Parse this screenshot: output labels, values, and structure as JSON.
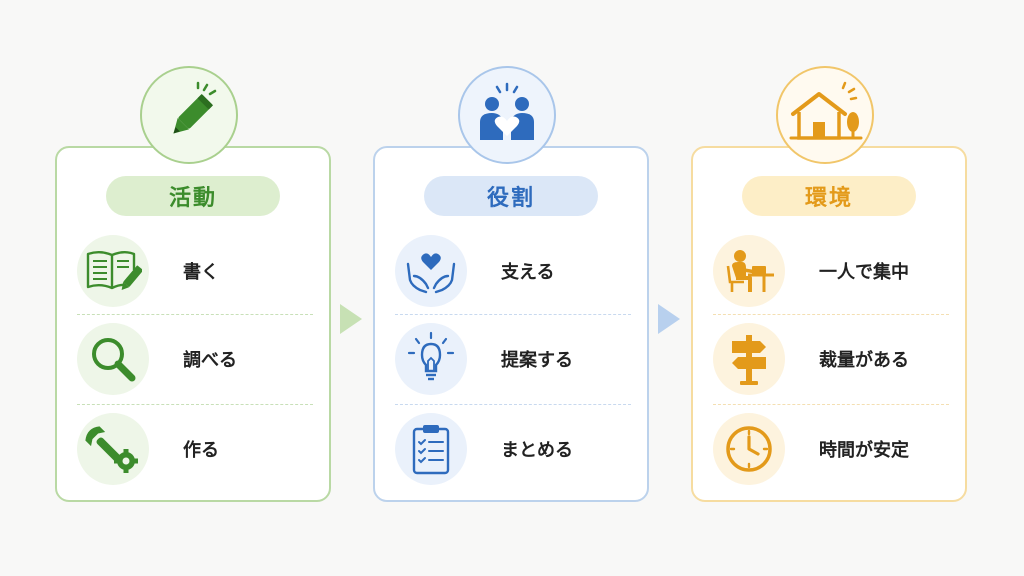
{
  "columns": [
    {
      "id": "activity",
      "title": "活動",
      "badge_icon": "pencil-icon",
      "accent": "#3c8c2c",
      "items": [
        {
          "label": "書く",
          "icon": "notebook-pen-icon"
        },
        {
          "label": "調べる",
          "icon": "magnifier-icon"
        },
        {
          "label": "作る",
          "icon": "wrench-gear-icon"
        }
      ]
    },
    {
      "id": "role",
      "title": "役割",
      "badge_icon": "two-people-heart-icon",
      "accent": "#2e6bbd",
      "items": [
        {
          "label": "支える",
          "icon": "hands-heart-icon"
        },
        {
          "label": "提案する",
          "icon": "lightbulb-icon"
        },
        {
          "label": "まとめる",
          "icon": "clipboard-checklist-icon"
        }
      ]
    },
    {
      "id": "environment",
      "title": "環境",
      "badge_icon": "house-tree-icon",
      "accent": "#e39a1a",
      "items": [
        {
          "label": "一人で集中",
          "icon": "person-at-desk-icon"
        },
        {
          "label": "裁量がある",
          "icon": "signpost-icon"
        },
        {
          "label": "時間が安定",
          "icon": "clock-icon"
        }
      ]
    }
  ],
  "arrows": [
    {
      "icon": "chevron-right-icon",
      "color": "#c7e1b4"
    },
    {
      "icon": "chevron-right-icon",
      "color": "#b8d0ee"
    }
  ]
}
